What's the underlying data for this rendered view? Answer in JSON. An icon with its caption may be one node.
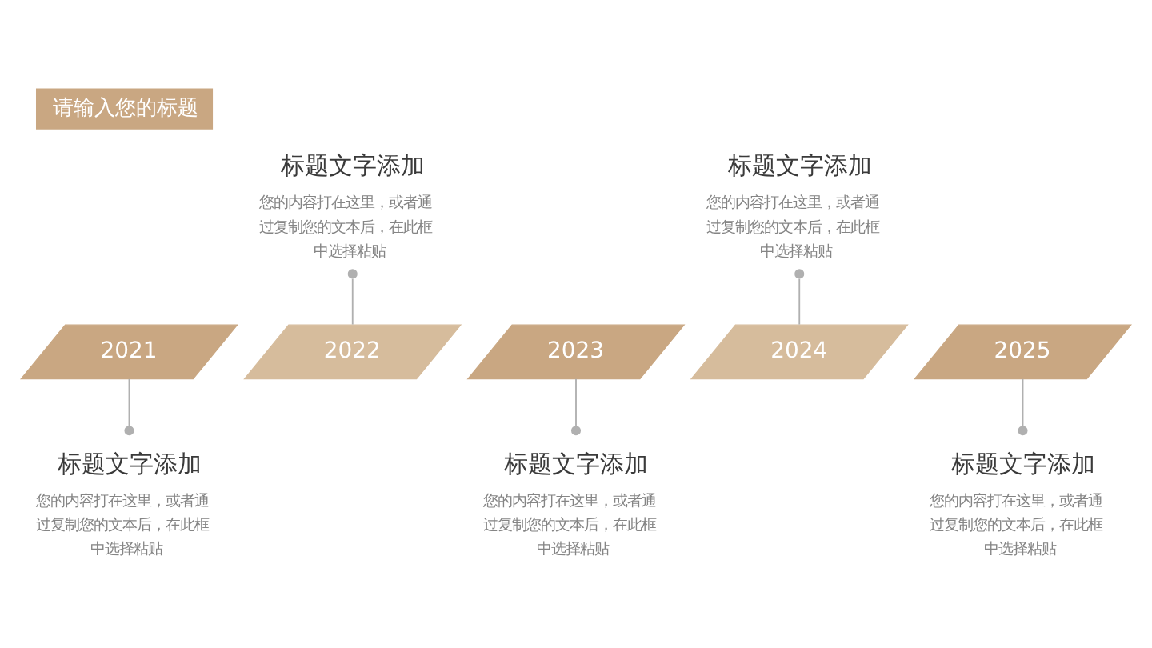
{
  "diagram": {
    "title": "请输入您的标题",
    "nodes": [
      {
        "text": [
          "标题文字添加",
          "您的内容打在这里，或者通过复制您的文本后，在此框中选择粘贴"
        ]
      },
      {
        "text": [
          "标题文字添加",
          "您的内容打在这里，或者通过复制您的文本后，在此框中选择粘贴"
        ]
      },
      {
        "text": [
          "2021"
        ]
      },
      {
        "text": [
          "2022"
        ]
      },
      {
        "text": [
          "2023"
        ]
      },
      {
        "text": [
          "2024"
        ]
      },
      {
        "text": [
          "2025"
        ]
      },
      {
        "text": [
          "标题文字添加",
          "您的内容打在这里，或者通过复制您的文本后，在此框中选择粘贴"
        ]
      },
      {
        "text": [
          "标题文字添加",
          "您的内容打在这里，或者通过复制您的文本后，在此框中选择粘贴"
        ]
      },
      {
        "text": [
          "标题文字添加",
          "您的内容打在这里，或者通过复制您的文本后，在此框中选择粘贴"
        ]
      }
    ],
    "edges": [
      {
        "from": 2,
        "to": 7,
        "arrow": "other"
      },
      {
        "from": 3,
        "to": 0,
        "arrow": "other"
      },
      {
        "from": 4,
        "to": 8,
        "arrow": "other"
      },
      {
        "from": 5,
        "to": 1,
        "arrow": "other"
      },
      {
        "from": 6,
        "to": 9,
        "arrow": "other"
      }
    ]
  }
}
